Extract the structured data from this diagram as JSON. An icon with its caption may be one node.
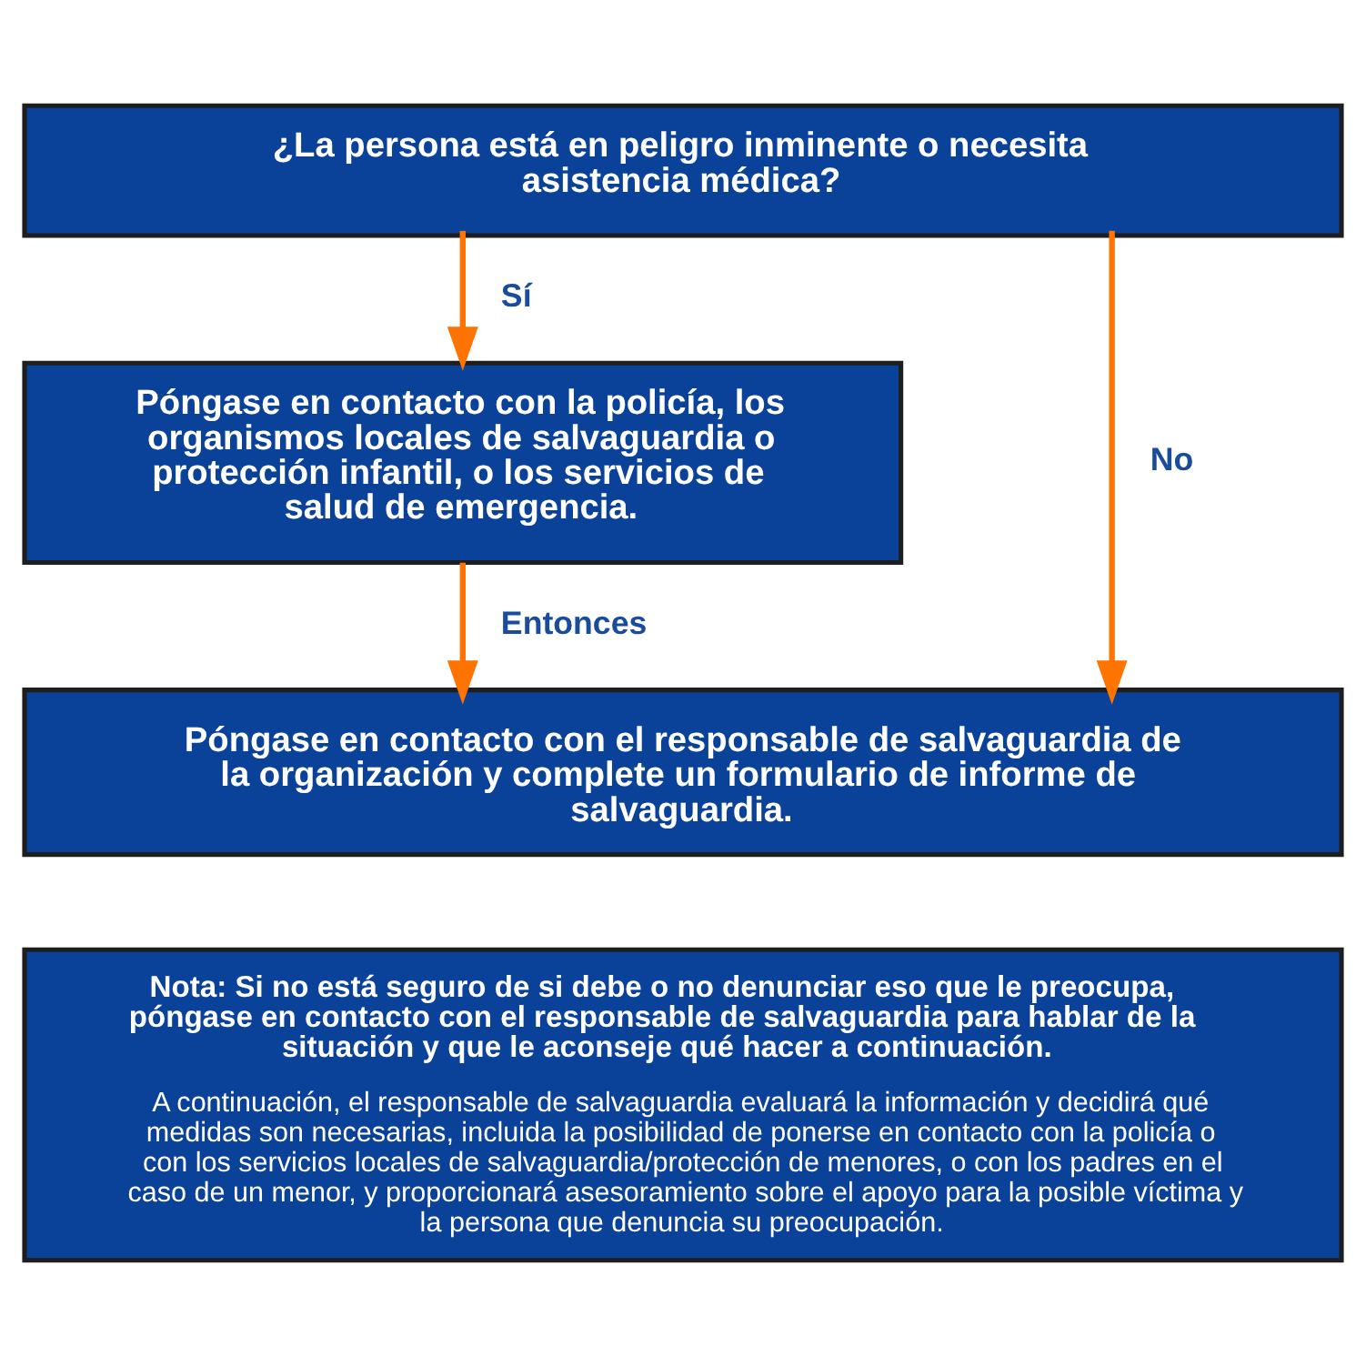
{
  "diagram": {
    "nodes": [
      {
        "text": [
          "¿La persona está en peligro inminente o necesita asistencia médica?"
        ]
      },
      {
        "text": [
          "Póngase en contacto con la policía, los organismos locales de salvaguardia o protección infantil, o los servicios de salud de emergencia."
        ]
      },
      {
        "text": [
          "Póngase en contacto con el responsable de salvaguardia de la organización y complete un formulario de informe de salvaguardia."
        ]
      },
      {
        "text": [
          "Nota: Si no está seguro de si debe o no denunciar eso que le preocupa, póngase en contacto con el responsable de salvaguardia para hablar de la situación y que le aconseje qué hacer a continuación.",
          "A continuación, el responsable de salvaguardia evaluará la información y decidirá qué medidas son necesarias, incluida la posibilidad de ponerse en contacto con la policía o con los servicios locales de salvaguardia/protección de menores, o con los padres en el caso de un menor, y proporcionará asesoramiento sobre el apoyo para la posible víctima y la persona que denuncia su preocupación."
        ]
      }
    ],
    "edges": [
      {
        "from": 0,
        "to": 1,
        "arrow": "to",
        "label": "Sí"
      },
      {
        "from": 1,
        "to": 2,
        "arrow": "to",
        "label": "Entonces"
      },
      {
        "from": 0,
        "to": 2,
        "arrow": "to",
        "label": "No"
      }
    ]
  }
}
